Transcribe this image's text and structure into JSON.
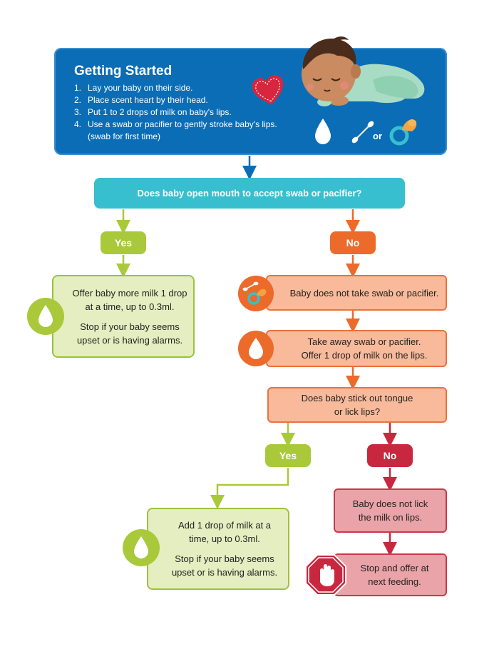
{
  "header": {
    "title": "Getting Started",
    "steps": [
      "Lay your baby on their side.",
      "Place scent heart by their head.",
      "Put 1 to 2 drops of milk on baby's lips.",
      "Use a swab or pacifier to gently stroke baby's lips."
    ],
    "step_numbers": [
      "1.",
      "2.",
      "3.",
      "4."
    ],
    "step4_note": "(swab for first time)",
    "or_label": "or"
  },
  "question1": "Does baby open mouth to accept swab or pacifier?",
  "branch_yes_1": {
    "label": "Yes",
    "lines": [
      "Offer baby more milk 1 drop",
      "at a time, up to 0.3ml."
    ],
    "lines2": [
      "Stop if your baby seems",
      "upset or is having alarms."
    ]
  },
  "branch_no_1": {
    "label": "No",
    "step1": "Baby does not take swab or pacifier.",
    "step2_lines": [
      "Take away swab or pacifier.",
      "Offer 1 drop of milk on the lips."
    ]
  },
  "question2": [
    "Does baby stick out tongue",
    "or lick lips?"
  ],
  "branch_yes_2": {
    "label": "Yes",
    "lines": [
      "Add 1 drop of milk at a",
      "time, up to 0.3ml."
    ],
    "lines2": [
      "Stop if your baby seems",
      "upset or is having alarms."
    ]
  },
  "branch_no_2": {
    "label": "No",
    "lines": [
      "Baby does not lick",
      "the milk on lips."
    ],
    "stop_lines": [
      "Stop and offer at",
      "next feeding."
    ]
  },
  "colors": {
    "header_blue": "#0b6db5",
    "question_teal": "#38bfcf",
    "yes_green": "#a9c93a",
    "no_orange": "#ec6a2a",
    "no_red": "#c8283f",
    "green_box": "#e4eec0",
    "orange_box": "#f8ba9a",
    "red_box": "#eaa3a8"
  },
  "icons": [
    "heart-icon",
    "baby-illustration",
    "milk-drop-icon",
    "swab-icon",
    "pacifier-icon",
    "stop-hand-icon"
  ]
}
